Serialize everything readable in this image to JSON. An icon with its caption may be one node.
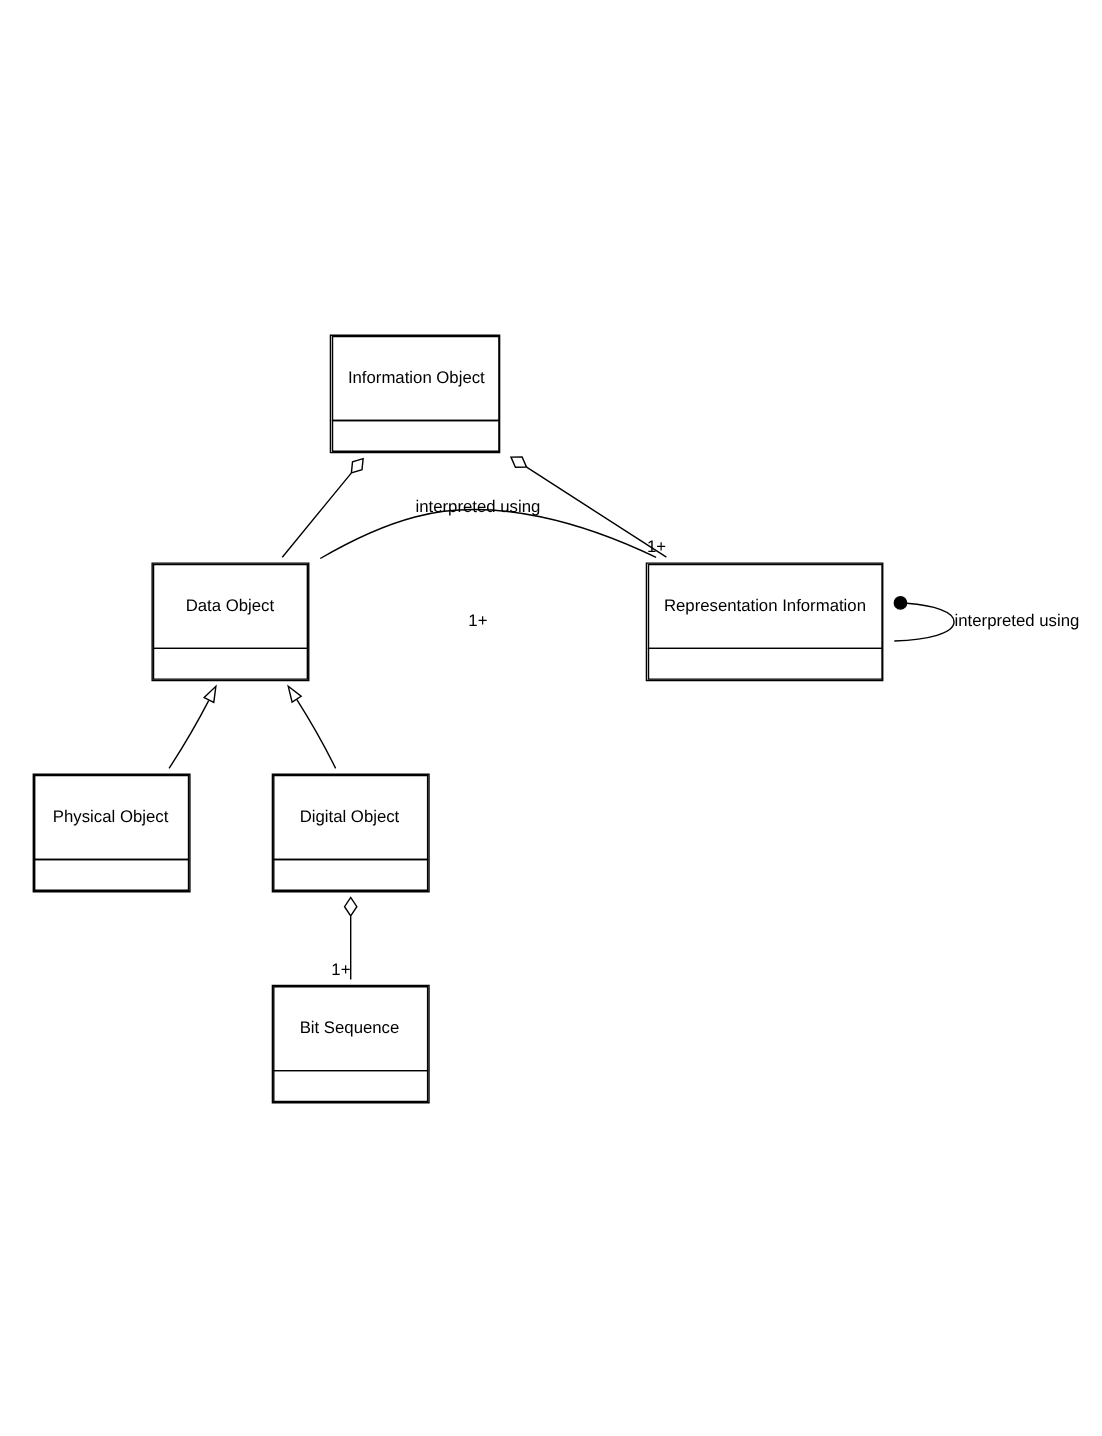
{
  "diagram": {
    "nodes": [
      {
        "text": [
          "Information Object"
        ]
      },
      {
        "text": [
          "Data Object"
        ]
      },
      {
        "text": [
          "Representation Information"
        ]
      },
      {
        "text": [
          "Physical Object"
        ]
      },
      {
        "text": [
          "Digital Object"
        ]
      },
      {
        "text": [
          "Bit Sequence"
        ]
      }
    ],
    "edges": [
      {
        "from": 0,
        "to": 1,
        "arrow": "other"
      },
      {
        "from": 0,
        "to": 2,
        "arrow": "other",
        "label": "1+"
      },
      {
        "from": 1,
        "to": 2,
        "arrow": "none",
        "label": "interpreted using"
      },
      {
        "from": 2,
        "to": 2,
        "arrow": "other",
        "label": "interpreted using"
      },
      {
        "from": 3,
        "to": 1,
        "arrow": "to"
      },
      {
        "from": 4,
        "to": 1,
        "arrow": "to"
      },
      {
        "from": 4,
        "to": 5,
        "arrow": "other",
        "label": "1+"
      }
    ],
    "labels": [
      "1+"
    ]
  }
}
